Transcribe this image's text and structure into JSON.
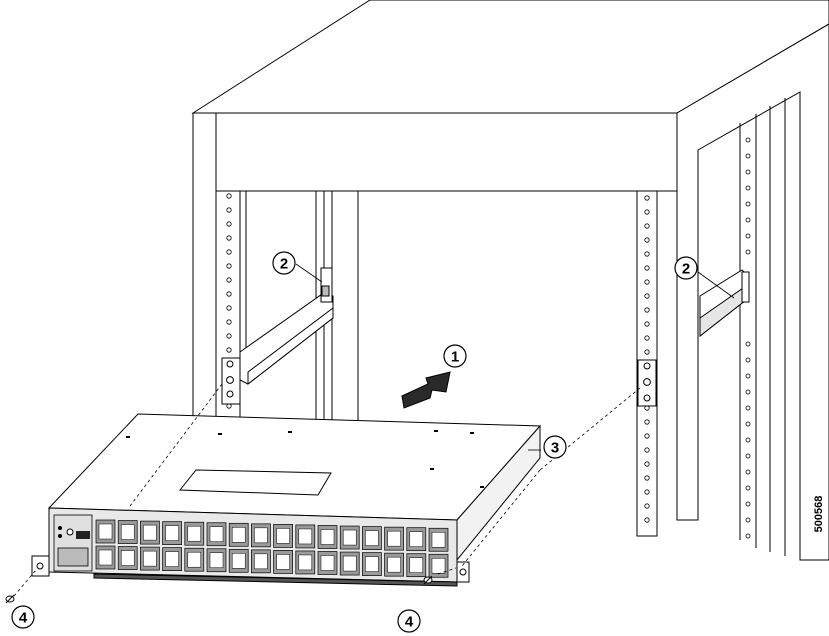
{
  "callouts": {
    "c1": "1",
    "c2a": "2",
    "c2b": "2",
    "c3": "3",
    "c4a": "4",
    "c4b": "4"
  },
  "figure_id": "500568",
  "colors": {
    "line": "#000000",
    "panel_gray": "#dcdcdc",
    "port_gray": "#9a9a9a",
    "dark": "#1a1a1a"
  },
  "icons": {
    "push_direction": "arrow-icon",
    "fastener": "screw-icon"
  }
}
